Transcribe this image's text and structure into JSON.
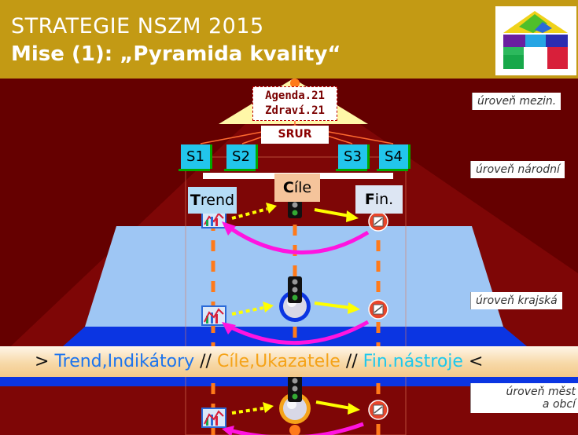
{
  "header": {
    "title_line1": "STRATEGIE NSZM 2015",
    "title_line2": "Mise (1): „Pyramida kvality“"
  },
  "pyramid": {
    "agenda_line1": "Agenda.21",
    "agenda_line2": "Zdraví.21",
    "srur": "SRUR",
    "s_boxes": [
      "S1",
      "S2",
      "S3",
      "S4"
    ],
    "trend_letter": "T",
    "trend_rest": "rend",
    "cile_letter": "C",
    "cile_rest": "íle",
    "fin_letter": "F",
    "fin_rest": "in."
  },
  "levels": {
    "international": "úroveň mezin.",
    "national": "úroveň národní",
    "regional": "úroveň krajská",
    "local_line1": "úroveň měst",
    "local_line2": "a obcí"
  },
  "banner": {
    "open": "> ",
    "trend": "Trend,Indikátory",
    "sep1": " // ",
    "cile": "Cíle,Ukazatele",
    "sep2": " // ",
    "fin": "Fin.nástroje",
    "close": " <"
  },
  "colors": {
    "header_bg": "#c39a14",
    "stage_bg": "#650000",
    "pyramid_top": "#fff7a8",
    "pyramid_light_blue": "#9ec6f4",
    "pyramid_blue": "#0b35e2",
    "arrow_magenta": "#ff14e0",
    "arrow_yellow": "#ffff00",
    "axis_orange": "#ff7a1a"
  },
  "icons": [
    "logo-house-icon",
    "traffic-light-icon",
    "chart-icon",
    "finance-circle-icon"
  ]
}
